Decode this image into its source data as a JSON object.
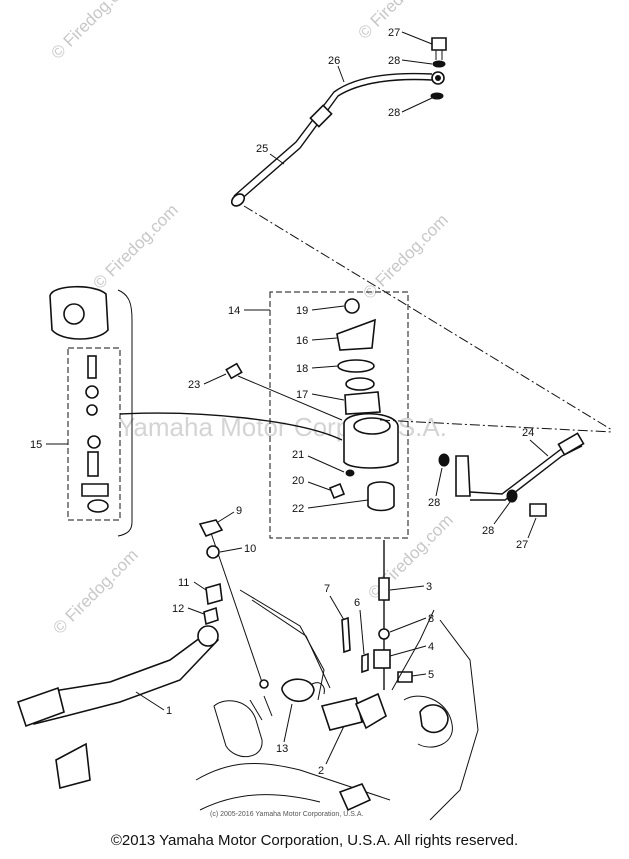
{
  "watermark": {
    "text": "© Firedog.com",
    "center_text": "Yamaha Motor Corp., U.S.A."
  },
  "credit_small": "(c) 2005-2016 Yamaha Motor Corporation, U.S.A.",
  "copyright": "©2013 Yamaha Motor Corporation, U.S.A. All rights reserved.",
  "callouts": {
    "c1": "1",
    "c2": "2",
    "c3": "3",
    "c4": "4",
    "c5": "5",
    "c6": "6",
    "c7": "7",
    "c8": "8",
    "c9": "9",
    "c10": "10",
    "c11": "11",
    "c12": "12",
    "c13": "13",
    "c14": "14",
    "c15": "15",
    "c16": "16",
    "c17": "17",
    "c18": "18",
    "c19": "19",
    "c20": "20",
    "c21": "21",
    "c22": "22",
    "c23": "23",
    "c24": "24",
    "c25": "25",
    "c26": "26",
    "c27a": "27",
    "c27b": "27",
    "c28a": "28",
    "c28b": "28",
    "c28c": "28",
    "c28d": "28"
  },
  "colors": {
    "ink": "#111111",
    "watermark": "#c8c8c8",
    "background": "#ffffff"
  }
}
